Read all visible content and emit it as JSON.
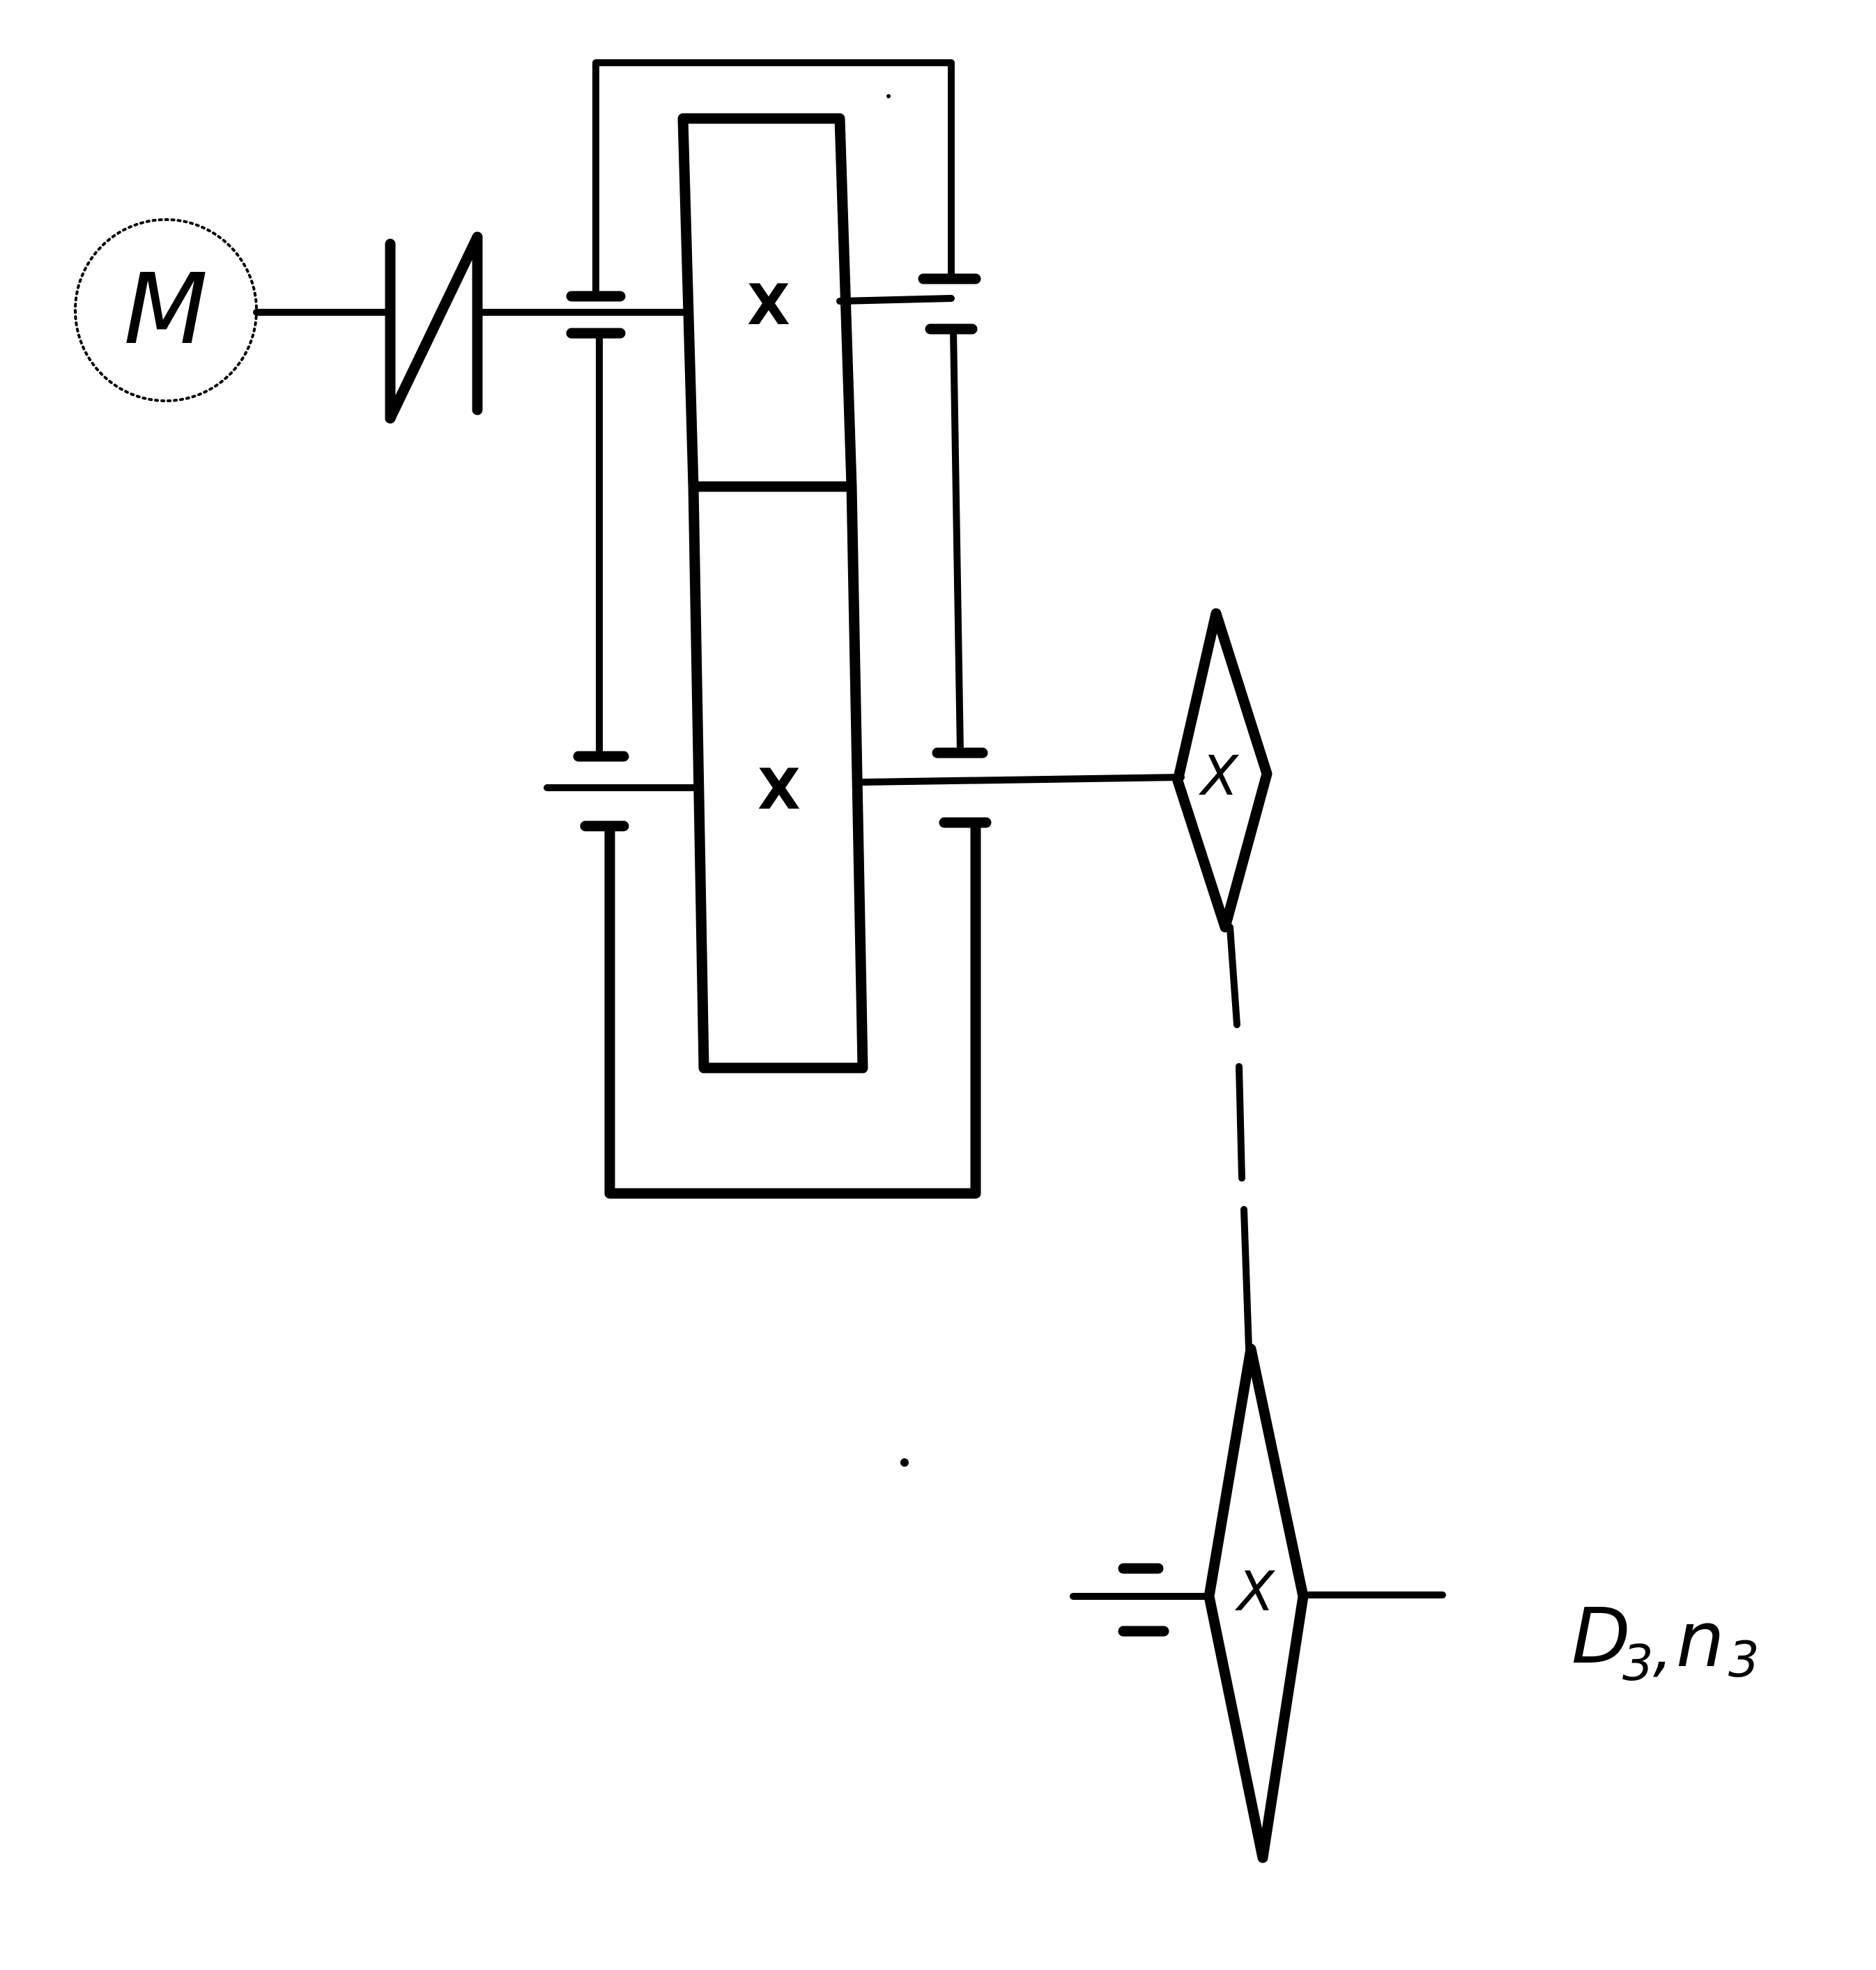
{
  "motor": {
    "label": "M"
  },
  "gearbox": {
    "upper_gear_mark": "X",
    "lower_gear_mark": "X"
  },
  "chain_drive": {
    "drive_sprocket_mark": "X",
    "driven_sprocket_mark": "X"
  },
  "output": {
    "label_main": "D",
    "label_sub": "3",
    "separator": ",",
    "label_main_2": "n",
    "label_sub_2": "3"
  },
  "colors": {
    "line": "#000000",
    "background": "#ffffff"
  }
}
